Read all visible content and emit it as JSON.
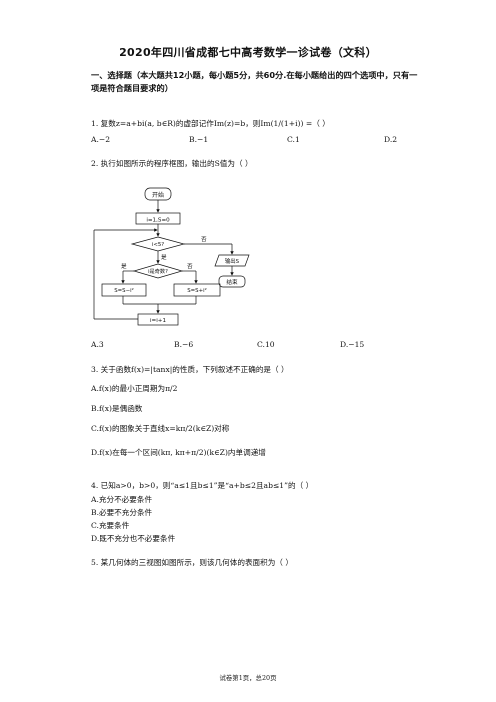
{
  "title": "2020年四川省成都七中高考数学一诊试卷（文科）",
  "section": {
    "heading": "一、选择题（本大题共12小题，每小题5分，共60分.在每小题给出的四个选项中，只有一项是符合题目要求的）"
  },
  "q1": {
    "stem": "1. 复数z=a+bi(a, b∈R)的虚部记作Im(z)=b，则Im(1/(1+i)) =（  ）",
    "options": [
      "A.−2",
      "B.−1",
      "C.1",
      "D.2"
    ]
  },
  "q2": {
    "stem": "2. 执行如图所示的程序框图，输出的S值为（  ）",
    "options": [
      "A.3",
      "B.−6",
      "C.10",
      "D.−15"
    ],
    "flowchart": {
      "start": "开始",
      "init": "i=1,S=0",
      "cond": "i<5?",
      "yes": "是",
      "no": "否",
      "odd": "i是奇数?",
      "left_assign": "S=S−i²",
      "right_assign": "S=S+i²",
      "output": "输出S",
      "end": "结束",
      "increment": "i=i+1"
    }
  },
  "q3": {
    "stem": "3. 关于函数f(x)=|tanx|的性质，下列叙述不正确的是（  ）",
    "options": [
      "A.f(x)的最小正周期为π/2",
      "B.f(x)是偶函数",
      "C.f(x)的图象关于直线x=kπ/2(k∈Z)对称",
      "D.f(x)在每一个区间(kπ, kπ+π/2)(k∈Z)内单调递增"
    ]
  },
  "q4": {
    "stem": "4. 已知a>0，b>0，则“a≤1且b≤1”是“a+b≤2且ab≤1”的（  ）",
    "options": [
      "A.充分不必要条件",
      "B.必要不充分条件",
      "C.充要条件",
      "D.既不充分也不必要条件"
    ]
  },
  "q5": {
    "stem": "5. 某几何体的三视图如图所示，则该几何体的表面积为（  ）"
  },
  "footer": "试卷第1页，总20页"
}
